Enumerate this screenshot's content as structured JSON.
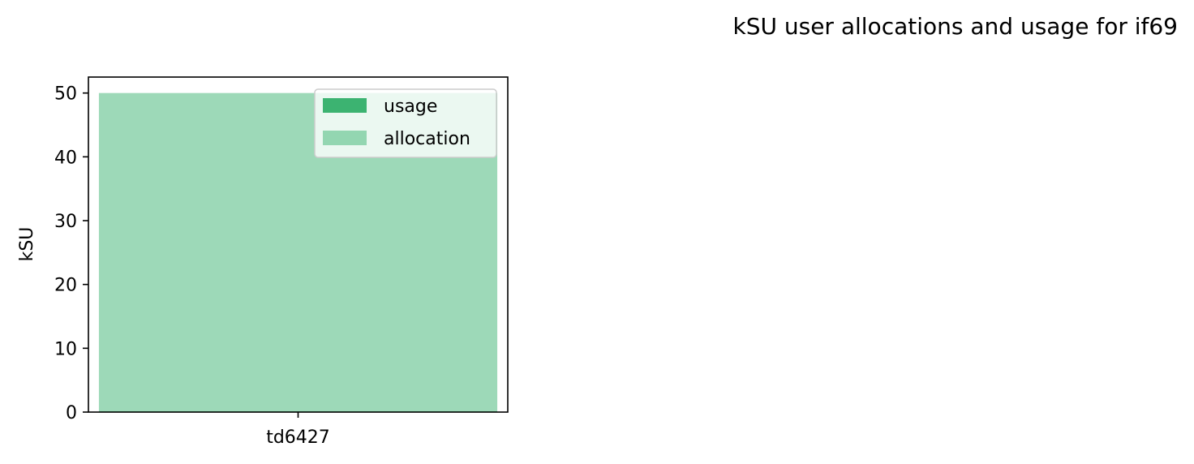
{
  "figure": {
    "title": "kSU user allocations and usage for if69"
  },
  "chart_data": {
    "type": "bar",
    "title": "kSU user allocations and usage for if69",
    "xlabel": "",
    "ylabel": "kSU",
    "categories": [
      "td6427"
    ],
    "ylim": [
      0,
      52.5
    ],
    "yticks": [
      0,
      10,
      20,
      30,
      40,
      50
    ],
    "grid": false,
    "legend_position": "top-right",
    "series": [
      {
        "name": "usage",
        "values": [
          0.1
        ],
        "color": "#3cb371"
      },
      {
        "name": "allocation",
        "values": [
          50
        ],
        "color": "#3cb371",
        "opacity": 0.5
      }
    ]
  }
}
